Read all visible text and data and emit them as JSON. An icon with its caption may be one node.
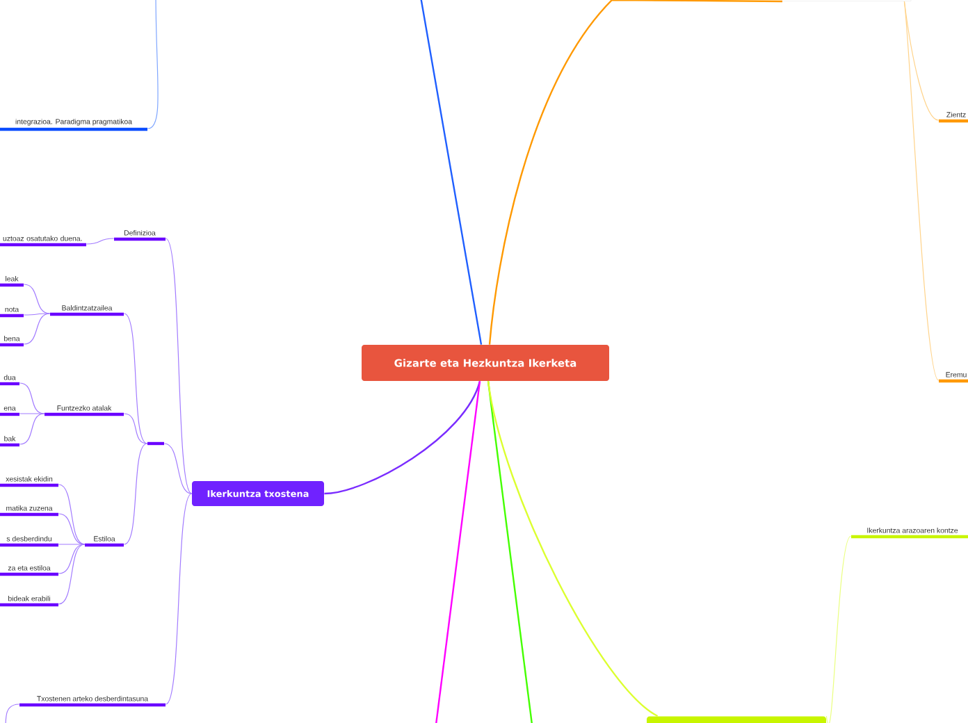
{
  "diagram": {
    "nodes": [
      {
        "text": [
          "Gizarte eta Hezkuntza Ikerketa"
        ]
      },
      {
        "text": [
          "Ikerkuntza txostena"
        ]
      },
      {
        "text": [
          "Definizioa"
        ]
      },
      {
        "text": [
          "uztoaz osatutako duena."
        ]
      },
      {
        "text": [
          "Baldintzatzailea"
        ]
      },
      {
        "text": [
          "leak"
        ]
      },
      {
        "text": [
          "nota"
        ]
      },
      {
        "text": [
          "bena"
        ]
      },
      {
        "text": [
          "Funtzezko atalak"
        ]
      },
      {
        "text": [
          "dua"
        ]
      },
      {
        "text": [
          "ena"
        ]
      },
      {
        "text": [
          "bak"
        ]
      },
      {
        "text": [],
        "shape": "bar"
      },
      {
        "text": [
          "Estiloa"
        ]
      },
      {
        "text": [
          "xesistak ekidin"
        ]
      },
      {
        "text": [
          "matika zuzena"
        ]
      },
      {
        "text": [
          "s desberdindu"
        ]
      },
      {
        "text": [
          "za eta estiloa"
        ]
      },
      {
        "text": [
          "bideak erabili"
        ]
      },
      {
        "text": [
          "Txostenen arteko desberdintasuna"
        ]
      },
      {
        "text": [
          "integrazioa. Paradigma pragmatikoa"
        ]
      },
      {
        "text": [],
        "shape": "box"
      },
      {
        "text": [
          "Zientz"
        ]
      },
      {
        "text": [
          "Eremu"
        ]
      },
      {
        "text": [],
        "shape": "box"
      },
      {
        "text": [
          "Ikerkuntza arazoaren kontze"
        ]
      }
    ],
    "edges": [
      {
        "from": 0,
        "to": 1,
        "arrow": "none",
        "color": "#7a2cff"
      },
      {
        "from": 1,
        "to": 2,
        "arrow": "none"
      },
      {
        "from": 2,
        "to": 3,
        "arrow": "none"
      },
      {
        "from": 1,
        "to": 12,
        "arrow": "none"
      },
      {
        "from": 12,
        "to": 4,
        "arrow": "none"
      },
      {
        "from": 4,
        "to": 5,
        "arrow": "none"
      },
      {
        "from": 4,
        "to": 6,
        "arrow": "none"
      },
      {
        "from": 4,
        "to": 7,
        "arrow": "none"
      },
      {
        "from": 12,
        "to": 8,
        "arrow": "none"
      },
      {
        "from": 8,
        "to": 9,
        "arrow": "none"
      },
      {
        "from": 8,
        "to": 10,
        "arrow": "none"
      },
      {
        "from": 8,
        "to": 11,
        "arrow": "none"
      },
      {
        "from": 12,
        "to": 13,
        "arrow": "none"
      },
      {
        "from": 13,
        "to": 14,
        "arrow": "none"
      },
      {
        "from": 13,
        "to": 15,
        "arrow": "none"
      },
      {
        "from": 13,
        "to": 16,
        "arrow": "none"
      },
      {
        "from": 13,
        "to": 17,
        "arrow": "none"
      },
      {
        "from": 13,
        "to": 18,
        "arrow": "none"
      },
      {
        "from": 1,
        "to": 19,
        "arrow": "none"
      },
      {
        "from": 19,
        "to": null,
        "arrow": "none"
      },
      {
        "from": null,
        "to": 20,
        "arrow": "none",
        "color": "#7fa6ff"
      },
      {
        "from": 0,
        "to": null,
        "arrow": "none",
        "color": "#1f5fff"
      },
      {
        "from": 0,
        "to": 21,
        "arrow": "none",
        "color": "#ff9900"
      },
      {
        "from": 21,
        "to": 22,
        "arrow": "none",
        "color": "#ffd38a"
      },
      {
        "from": 21,
        "to": 23,
        "arrow": "none",
        "color": "#ffd38a"
      },
      {
        "from": 0,
        "to": null,
        "arrow": "none",
        "color": "#ff00ff"
      },
      {
        "from": 0,
        "to": null,
        "arrow": "none",
        "color": "#44ff00"
      },
      {
        "from": 0,
        "to": 24,
        "arrow": "none",
        "color": "#dcff30"
      },
      {
        "from": 24,
        "to": 25,
        "arrow": "none",
        "color": "#eaff80"
      }
    ]
  }
}
